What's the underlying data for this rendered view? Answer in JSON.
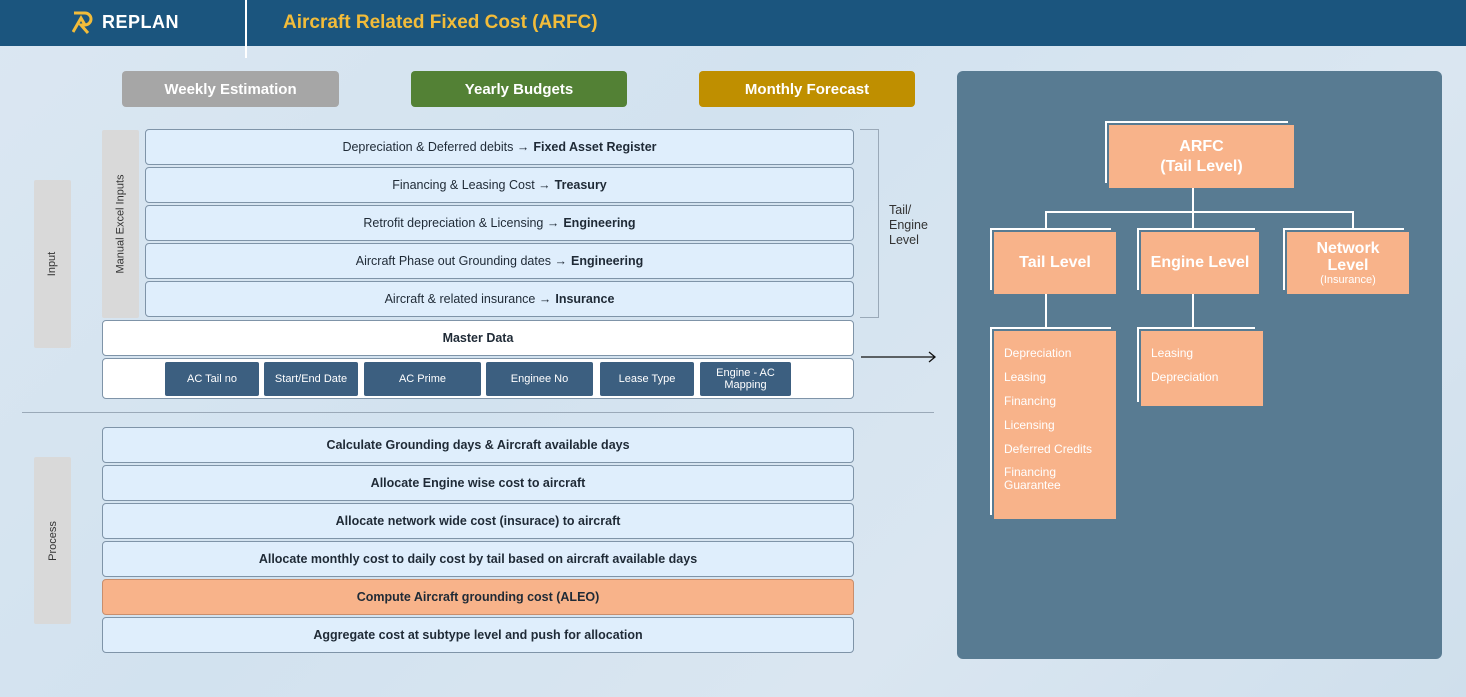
{
  "header": {
    "brand": "REPLAN",
    "title": "Aircraft Related Fixed Cost (ARFC)",
    "logo_icon": "replan-logo-icon",
    "brand_color": "#1b557e",
    "title_color": "#f2bc3a"
  },
  "modes": [
    {
      "label": "Weekly Estimation",
      "color": "#a6a6a6"
    },
    {
      "label": "Yearly Budgets",
      "color": "#538135"
    },
    {
      "label": "Monthly Forecast",
      "color": "#bf8f00"
    }
  ],
  "input": {
    "section_label": "Input",
    "group_label": "Manual Excel Inputs",
    "rows": [
      {
        "text": "Depreciation & Deferred debits →",
        "source": "Fixed Asset Register"
      },
      {
        "text": "Financing & Leasing Cost →",
        "source": "Treasury"
      },
      {
        "text": "Retrofit depreciation & Licensing →",
        "source": "Engineering"
      },
      {
        "text": "Aircraft Phase out Grounding dates →",
        "source": "Engineering"
      },
      {
        "text": "Aircraft & related insurance →",
        "source": "Insurance"
      }
    ],
    "bracket_label": [
      "Tail/",
      "Engine",
      "Level"
    ],
    "master_data": {
      "title": "Master Data",
      "fields": [
        "AC Tail no",
        "Start/End Date",
        "AC Prime",
        "Enginee No",
        "Lease Type",
        "Engine - AC Mapping"
      ]
    }
  },
  "process": {
    "section_label": "Process",
    "steps": [
      {
        "text": "Calculate Grounding days & Aircraft available days",
        "highlight": false
      },
      {
        "text": "Allocate Engine wise cost to aircraft",
        "highlight": false
      },
      {
        "text": "Allocate network wide cost (insurace) to aircraft",
        "highlight": false
      },
      {
        "text": "Allocate monthly cost to daily cost by tail based on aircraft available days",
        "highlight": false
      },
      {
        "text": "Compute Aircraft grounding cost (ALEO)",
        "highlight": true
      },
      {
        "text": "Aggregate cost at subtype level and push for allocation",
        "highlight": false
      }
    ]
  },
  "hierarchy": {
    "root": {
      "line1": "ARFC",
      "line2": "(Tail Level)"
    },
    "levels": [
      {
        "title": "Tail Level",
        "items": [
          "Depreciation",
          "Leasing",
          "Financing",
          "Licensing",
          "Deferred Credits",
          "Financing Guarantee"
        ]
      },
      {
        "title": "Engine Level",
        "items": [
          "Leasing",
          "Depreciation"
        ]
      },
      {
        "title": "Network Level",
        "subtitle": "(Insurance)",
        "items": []
      }
    ],
    "node_color": "#f8b38a",
    "panel_color": "#587b92"
  }
}
